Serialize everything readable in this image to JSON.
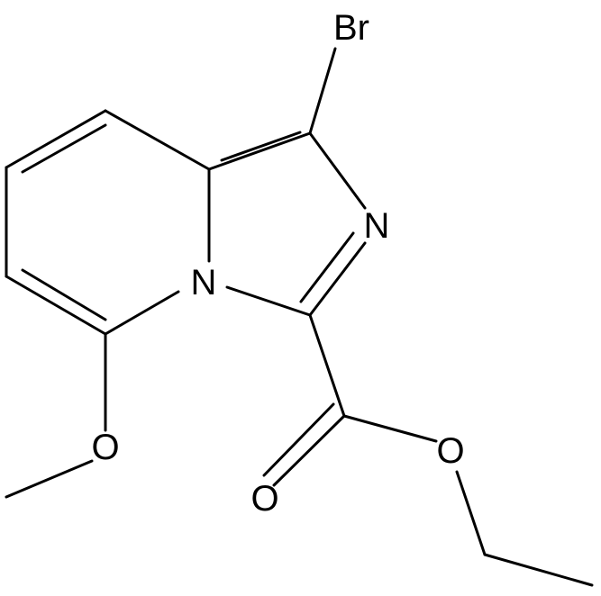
{
  "molecule": {
    "atoms": {
      "bromine": "Br",
      "ring_nitrogen_top": "N",
      "ring_nitrogen_bridge": "N",
      "methoxy_oxygen": "O",
      "carbonyl_oxygen": "O",
      "ester_oxygen": "O"
    },
    "colors": {
      "bond": "#000000",
      "label": "#000000",
      "background": "#ffffff"
    }
  }
}
